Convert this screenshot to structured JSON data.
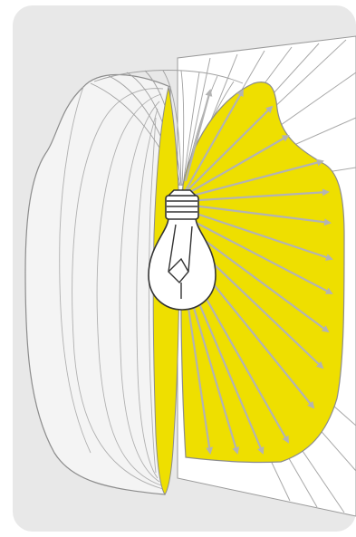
{
  "figure": {
    "background_color": "#e8e8e8",
    "panel_color": "#ffffff",
    "light_color": "#eedf00",
    "ray_color": "#b3b3b3",
    "outline_color": "#8c8c8c",
    "icons": [
      "light-bulb-icon",
      "light-rays",
      "luminous-intensity-distribution-body",
      "cross-section-plane"
    ]
  }
}
